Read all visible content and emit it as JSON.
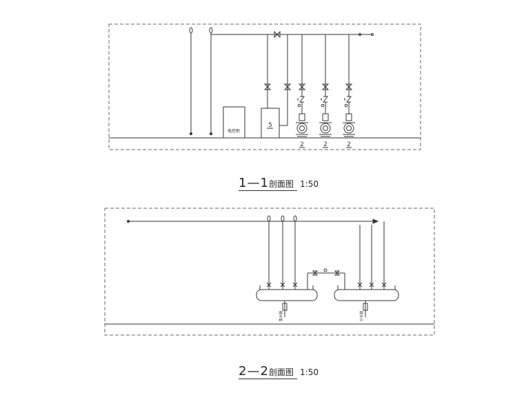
{
  "section_1": {
    "title_number": "1—1",
    "title_text": "剖面图",
    "scale": "1:50",
    "cabinet_label": "电控柜",
    "tank_label": "5",
    "pump_labels": [
      "2",
      "2",
      "2"
    ]
  },
  "section_2": {
    "title_number": "2—2",
    "title_text": "剖面图",
    "scale": "1:50",
    "header_label_left": "集水器",
    "header_label_right": "分水器"
  }
}
